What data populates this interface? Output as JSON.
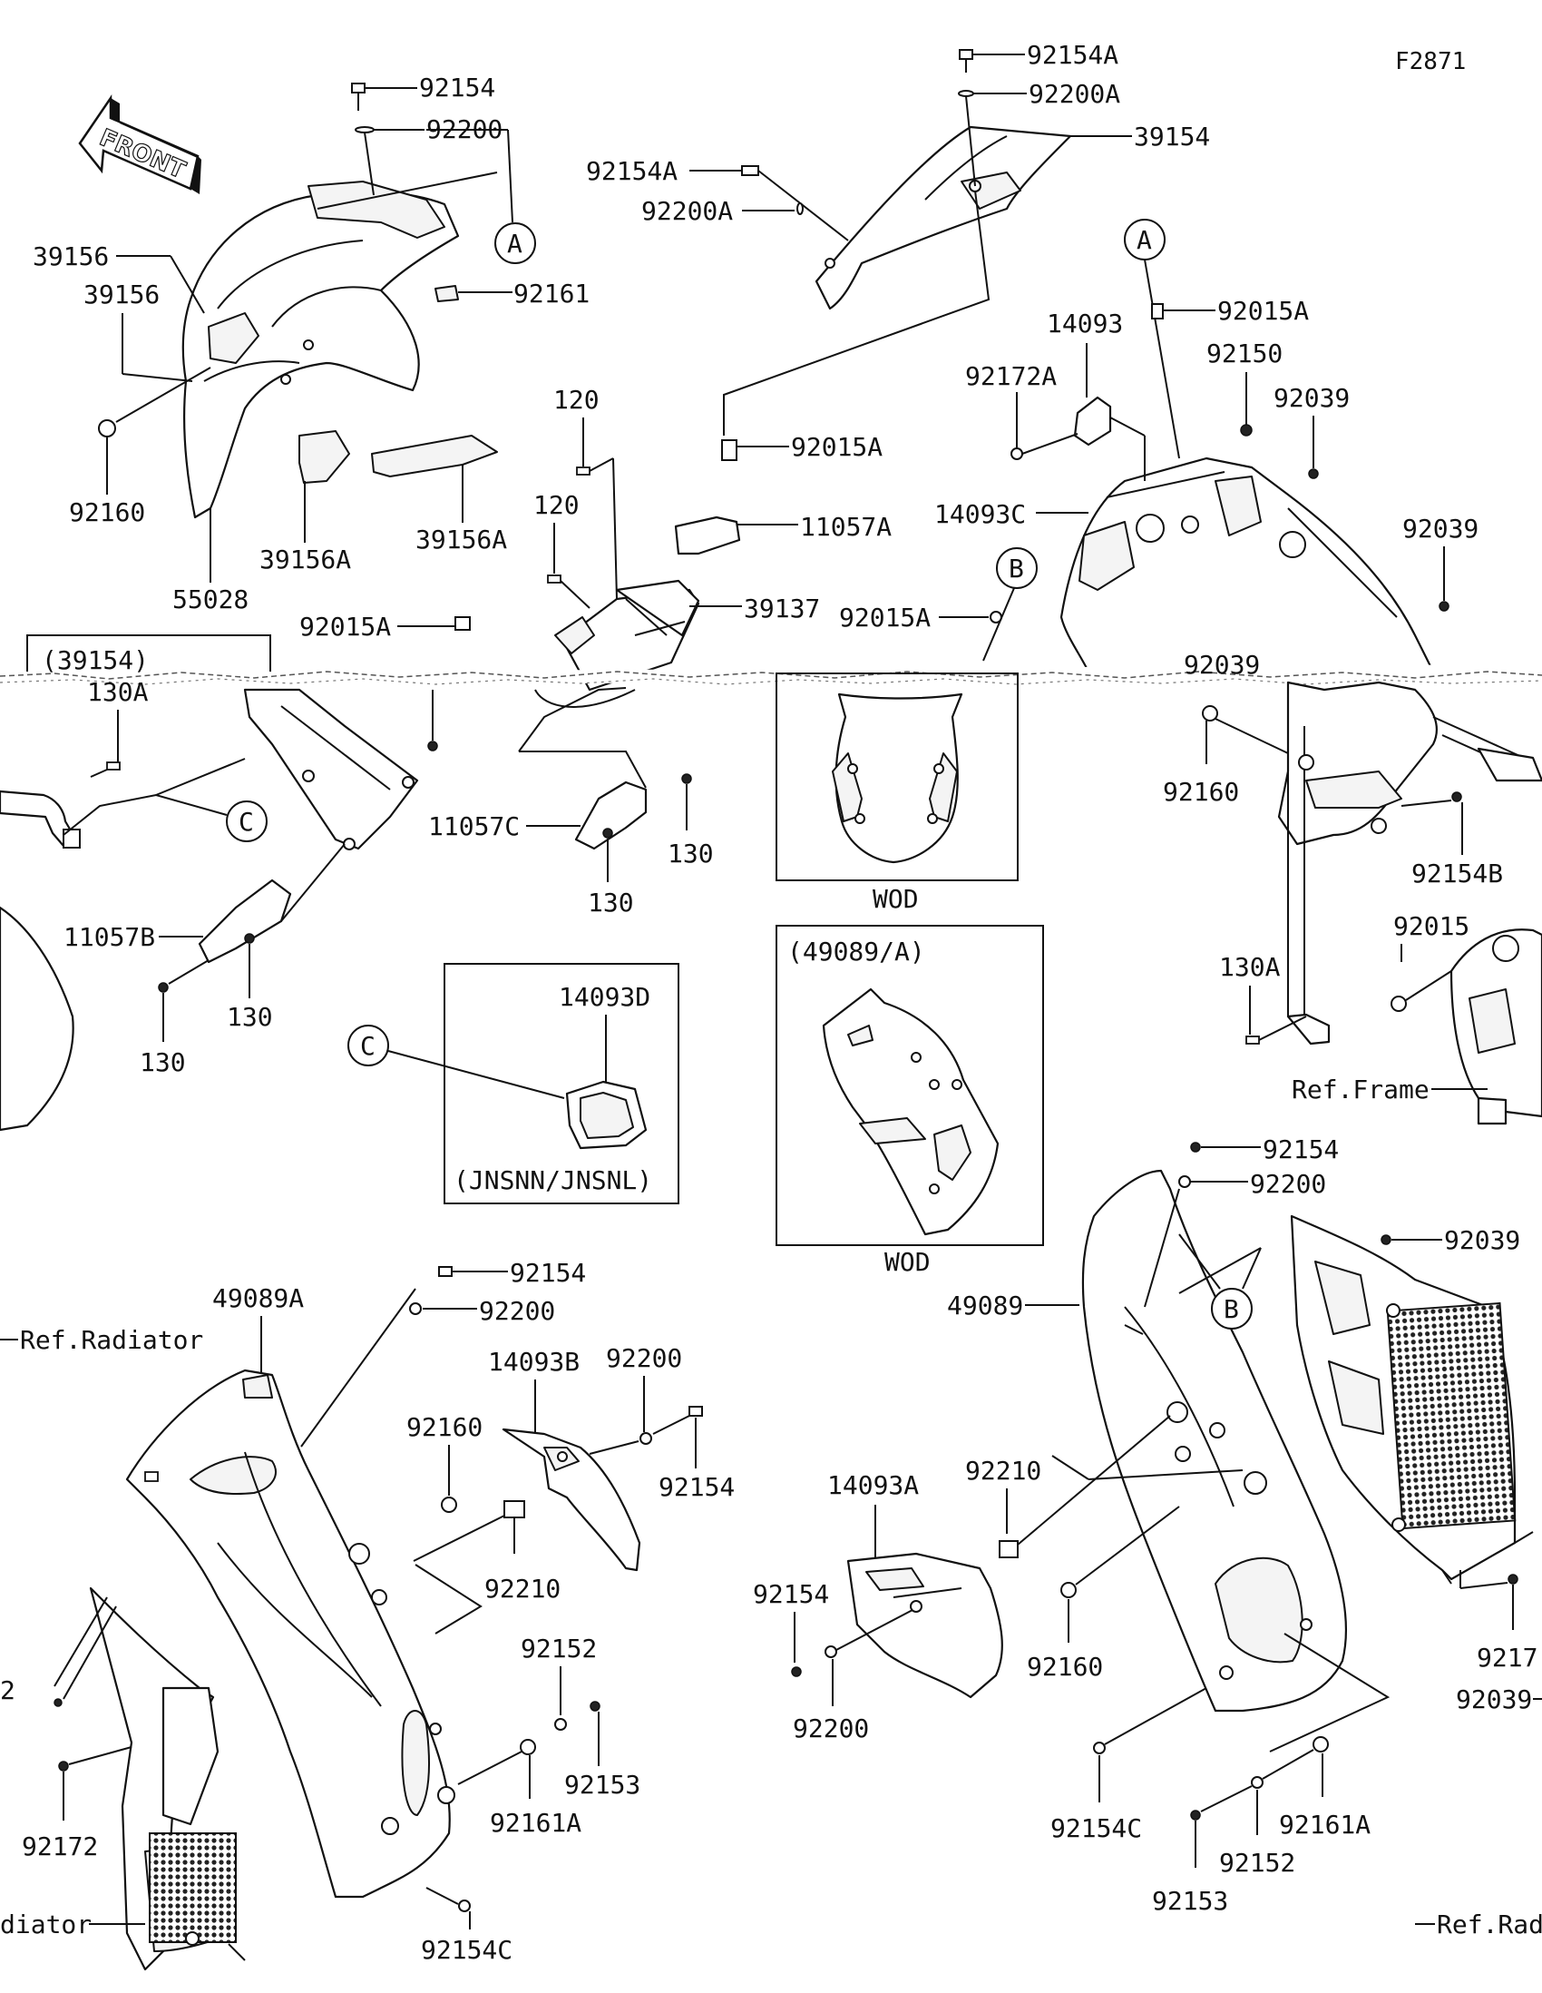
{
  "figure_code": "F2871",
  "front_arrow_text": "FRONT",
  "parts": {
    "p92154": "92154",
    "p92154_a": "92154A",
    "p92200": "92200",
    "p92200_a": "92200A",
    "p39154": "39154",
    "p39156": "39156",
    "p39156_a": "39156A",
    "p92161": "92161",
    "p92161_a": "92161A",
    "p92160": "92160",
    "p55028": "55028",
    "p120": "120",
    "p92015": "92015",
    "p92015_a": "92015A",
    "p11057_a": "11057A",
    "p11057_b": "11057B",
    "p11057_c": "11057C",
    "p39137": "39137",
    "p14093": "14093",
    "p14093_a": "14093A",
    "p14093_b": "14093B",
    "p14093_c": "14093C",
    "p14093_d": "14093D",
    "p92172": "92172",
    "p92172_a": "92172A",
    "p92150": "92150",
    "p92039": "92039",
    "p92154_b": "92154B",
    "p92154_c": "92154C",
    "p130": "130",
    "p130_a": "130A",
    "p49089": "49089",
    "p49089_a": "49089A",
    "p92210": "92210",
    "p92152": "92152",
    "p92153": "92153"
  },
  "callouts": {
    "a": "A",
    "b": "B",
    "c": "C"
  },
  "references": {
    "ref_frame": "Ref.Frame",
    "ref_radiator": "Ref.Radiator",
    "ref_radiator_left_cut": "diator",
    "ref_radiator_right_cut": "Ref.Rad"
  },
  "insets": {
    "box_39154_title": "(39154)",
    "box_39154_part": "130A",
    "wod_1_label": "WOD",
    "wod_2_title": "(49089/A)",
    "wod_2_label": "WOD",
    "jnsnn_label": "(JNSNN/JNSNL)"
  },
  "cut_labels": {
    "left_92172_cut": "2",
    "right_92172_cut": "9217",
    "right_92039_cut": "92039",
    "hidden_92039": "92039"
  }
}
